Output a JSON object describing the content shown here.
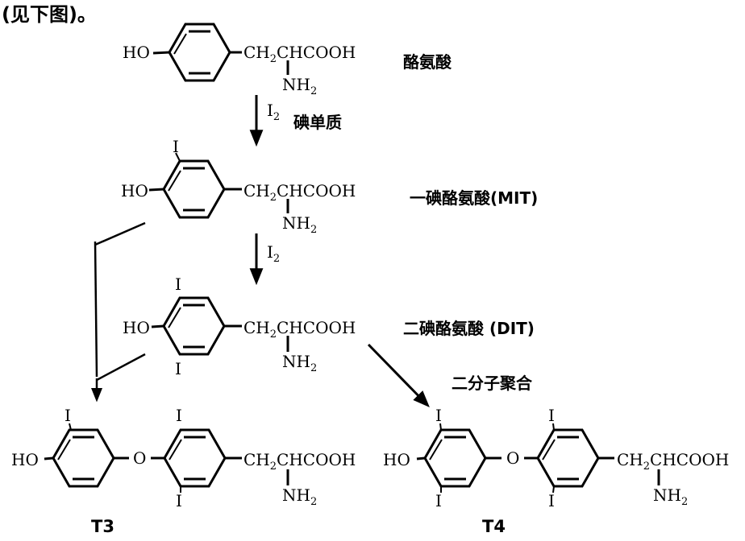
{
  "header": {
    "text": "(见下图)。"
  },
  "labels": {
    "tyrosine": "酪氨酸",
    "iodine_reagent": "碘单质",
    "mit": "一碘酪氨酸(MIT)",
    "dit": "二碘酪氨酸 (DIT)",
    "coupling": "二分子聚合",
    "t3": "T3",
    "t4": "T4"
  },
  "chem": {
    "ho": "HO",
    "o": "O",
    "i": "I",
    "i2": "I",
    "i2_sub": "2",
    "ch": "CH",
    "ch_sub": "2",
    "chcooh": "CHCOOH",
    "nh": "NH",
    "nh_sub": "2"
  }
}
